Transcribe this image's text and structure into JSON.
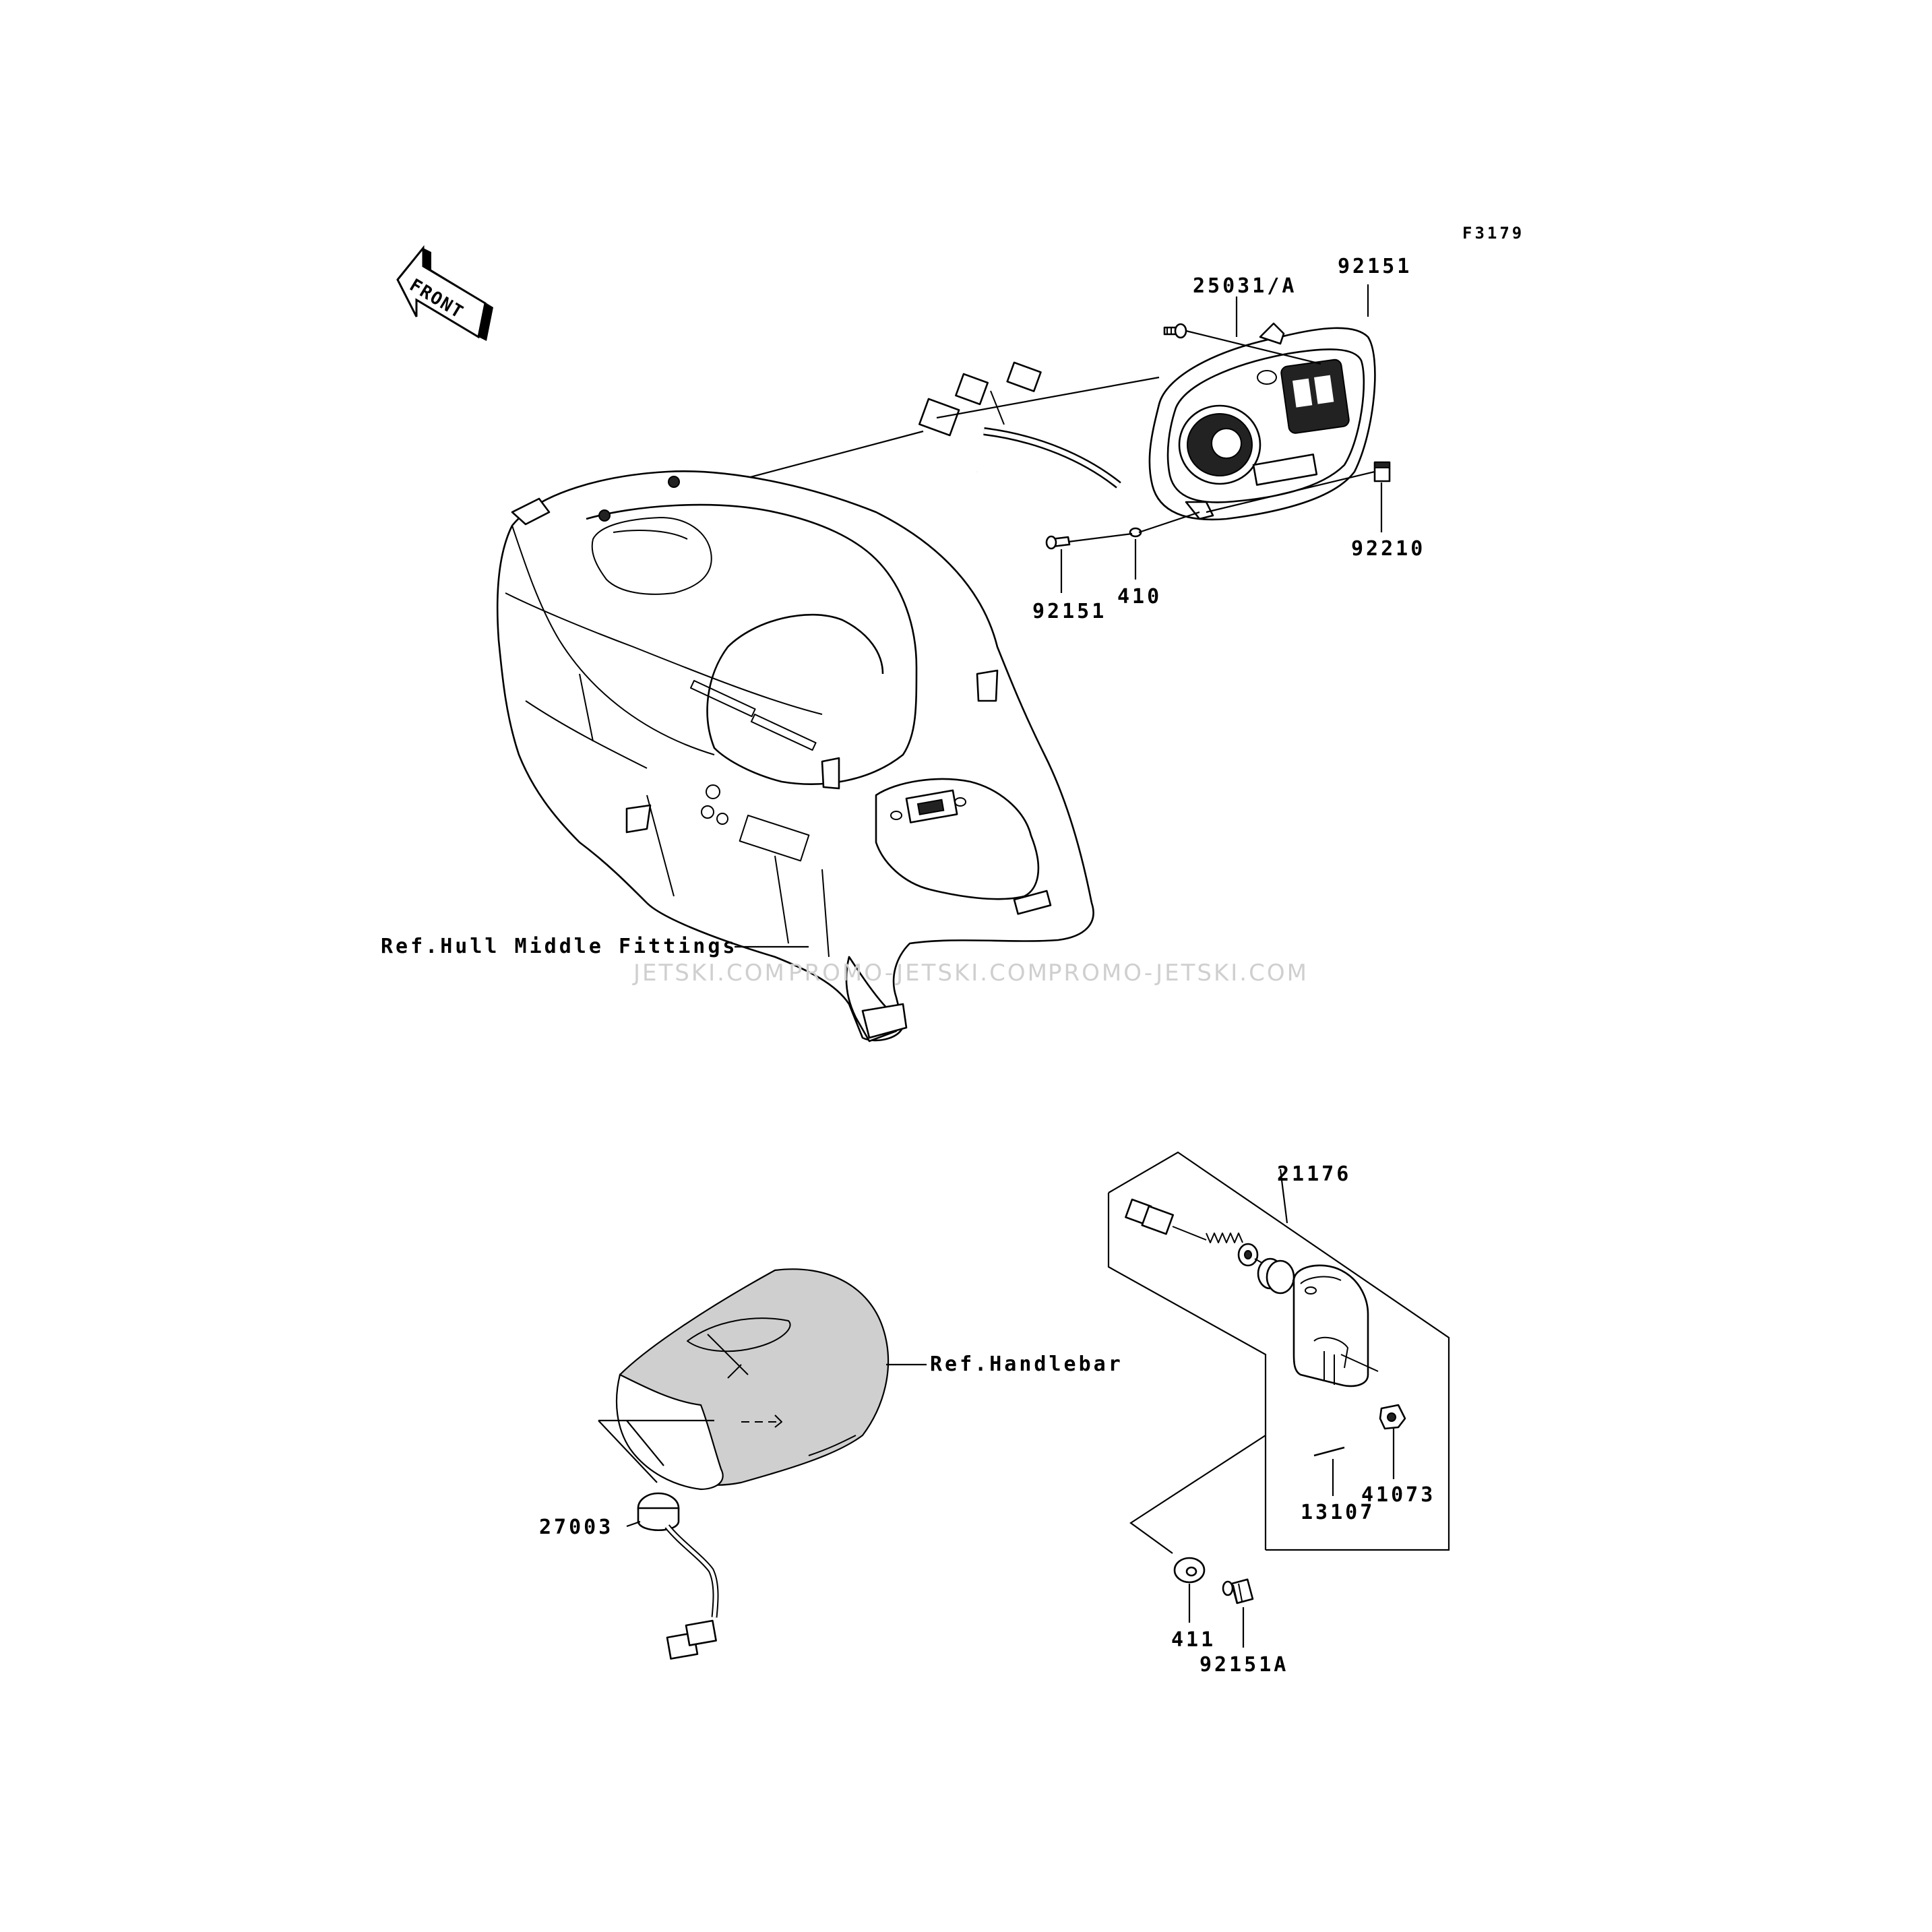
{
  "figure_code": "F3179",
  "front_arrow_label": "FRONT",
  "parts": {
    "p25031a": "25031/A",
    "p92151_top": "92151",
    "p92210": "92210",
    "p92151_left": "92151",
    "p410": "410",
    "p21176": "21176",
    "p27003": "27003",
    "p41073": "41073",
    "p13107": "13107",
    "p411": "411",
    "p92151a": "92151A"
  },
  "references": {
    "hull": "Ref.Hull Middle Fittings",
    "handlebar": "Ref.Handlebar"
  },
  "watermarks": [
    "JETSKI.COM",
    "PROMO-JETSKI.COM",
    "PROMO-JETSKI.COM"
  ]
}
